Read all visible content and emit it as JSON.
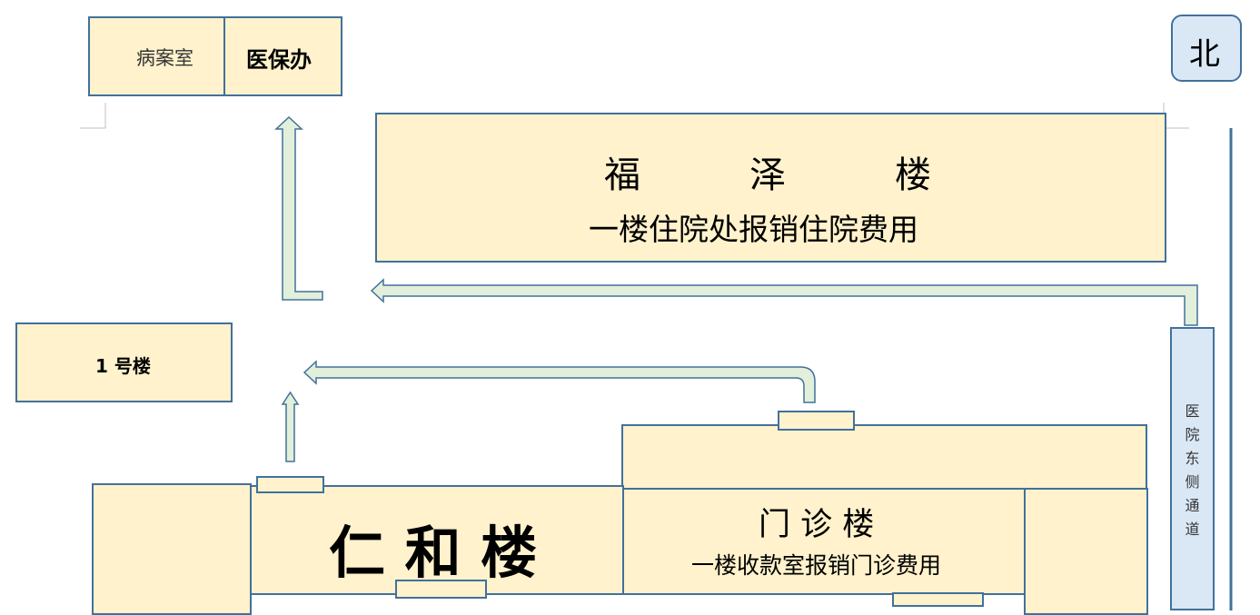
{
  "north_label": "北",
  "buildings": {
    "records_room": "病案室",
    "insurance_office": "医保办",
    "fuze_title": "福　　　泽　　　楼",
    "fuze_subtitle": "一楼住院处报销住院费用",
    "building_1": "1 号楼",
    "renhe": "仁 和 楼",
    "outpatient_title": "门 诊 楼",
    "outpatient_subtitle": "一楼收款室报销门诊费用"
  },
  "east_passage": [
    "医",
    "院",
    "东",
    "侧",
    "通",
    "道"
  ],
  "colors": {
    "building_fill": "#fff2cc",
    "border": "#41719c",
    "arrow_fill": "#e2efda",
    "passage_fill": "#dae8f6"
  }
}
